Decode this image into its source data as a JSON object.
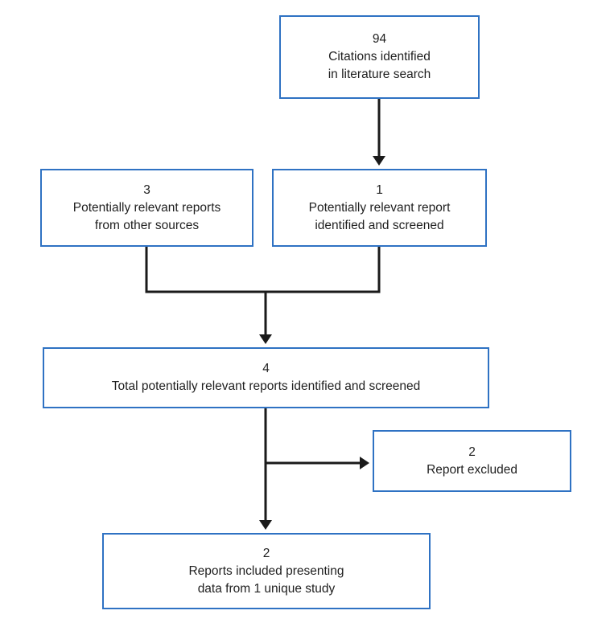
{
  "diagram": {
    "type": "flowchart",
    "description": "Literature search and screening flow diagram",
    "colors": {
      "box_border": "#2f72c3",
      "box_background": "#ffffff",
      "text": "#1f1f1f",
      "arrow": "#1a1a1a",
      "page_background": "#ffffff"
    },
    "boxes": {
      "citations": {
        "count": "94",
        "lines": [
          "Citations identified",
          "in literature search"
        ]
      },
      "other_sources": {
        "count": "3",
        "lines": [
          "Potentially relevant reports",
          "from other sources"
        ]
      },
      "screened": {
        "count": "1",
        "lines": [
          "Potentially relevant report",
          "identified and screened"
        ]
      },
      "total": {
        "count": "4",
        "lines": [
          "Total potentially relevant reports identified and screened"
        ]
      },
      "excluded": {
        "count": "2",
        "lines": [
          "Report excluded"
        ]
      },
      "included": {
        "count": "2",
        "lines": [
          "Reports included presenting",
          "data from 1 unique study"
        ]
      }
    },
    "edges": [
      {
        "from": "citations",
        "to": "screened"
      },
      {
        "from": "other_sources",
        "to": "total"
      },
      {
        "from": "screened",
        "to": "total"
      },
      {
        "from": "total",
        "to": "excluded"
      },
      {
        "from": "total",
        "to": "included"
      }
    ]
  }
}
